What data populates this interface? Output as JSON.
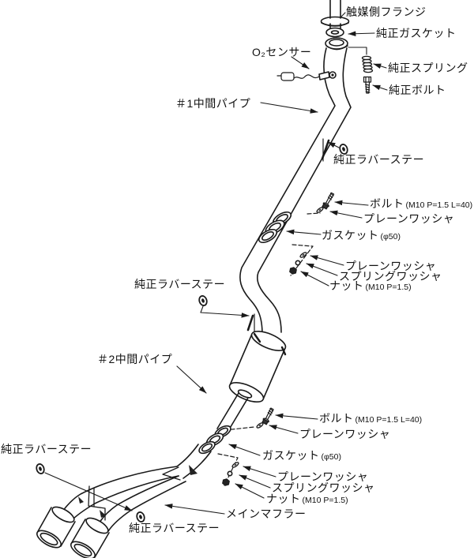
{
  "diagram": {
    "type": "exhaust-system-exploded-parts-diagram",
    "colors": {
      "line": "#1a1a1a",
      "background": "#ffffff"
    },
    "labels": {
      "catalyst_flange": {
        "text": "触媒側フランジ"
      },
      "stock_gasket": {
        "text": "純正ガスケット"
      },
      "o2_sensor": {
        "text": "O₂センサー"
      },
      "stock_spring": {
        "text": "純正スプリング"
      },
      "stock_bolt": {
        "text": "純正ボルト"
      },
      "pipe1": {
        "text": "＃1中間パイプ"
      },
      "stock_rubber_stay_1": {
        "text": "純正ラバーステー"
      },
      "bolt_upper": {
        "text": "ボルト",
        "spec": "(M10 P=1.5 L=40)"
      },
      "plain_washer_upper": {
        "text": "プレーンワッシャ"
      },
      "gasket_upper": {
        "text": "ガスケット",
        "spec": "(φ50)"
      },
      "plain_washer_mid": {
        "text": "プレーンワッシャ"
      },
      "spring_washer_mid": {
        "text": "スプリングワッシャ"
      },
      "nut_mid": {
        "text": "ナット",
        "spec": "(M10 P=1.5)"
      },
      "stock_rubber_stay_2": {
        "text": "純正ラバーステー"
      },
      "pipe2": {
        "text": "＃2中間パイプ"
      },
      "bolt_lower": {
        "text": "ボルト",
        "spec": "(M10 P=1.5 L=40)"
      },
      "plain_washer_lower": {
        "text": "プレーンワッシャ"
      },
      "gasket_lower": {
        "text": "ガスケット",
        "spec": "(φ50)"
      },
      "plain_washer_bottom": {
        "text": "プレーンワッシャ"
      },
      "spring_washer_bottom": {
        "text": "スプリングワッシャ"
      },
      "nut_bottom": {
        "text": "ナット",
        "spec": "(M10 P=1.5)"
      },
      "stock_rubber_stay_3": {
        "text": "純正ラバーステー"
      },
      "main_muffler": {
        "text": "メインマフラー"
      },
      "stock_rubber_stay_4": {
        "text": "純正ラバーステー"
      }
    }
  }
}
